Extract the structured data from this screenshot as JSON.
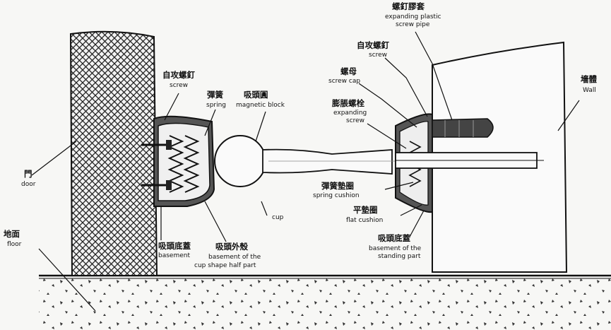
{
  "labels": {
    "expanding_plastic_zh": "螺釘膠套",
    "expanding_plastic_en1": "expanding plastic",
    "expanding_plastic_en2": "screw pipe",
    "screw_right_zh": "自攻螺釘",
    "screw_right_en": "screw",
    "screw_cap_zh": "螺母",
    "screw_cap_en": "screw cap",
    "wall_zh": "墻體",
    "wall_en": "Wall",
    "screw_left_zh": "自攻螺釘",
    "screw_left_en": "screw",
    "spring_zh": "彈簧",
    "spring_en": "spring",
    "magnetic_block_zh": "吸頭圓",
    "magnetic_block_en": "magnetic block",
    "expanding_screw_zh": "膨脹螺栓",
    "expanding_screw_en1": "expanding",
    "expanding_screw_en2": "screw",
    "door_zh": "門",
    "door_en": "door",
    "spring_cushion_zh": "彈簧墊圈",
    "spring_cushion_en": "spring cushion",
    "cup_en": "cup",
    "flat_cushion_zh": "平墊圈",
    "flat_cushion_en": "flat cushion",
    "floor_zh": "地面",
    "floor_en": "floor",
    "basement_zh": "吸頭底蓋",
    "basement_en": "basement",
    "cup_shape_zh": "吸頭外殼",
    "cup_shape_en1": "basement of the",
    "cup_shape_en2": "cup shape half part",
    "standing_zh": "吸頭底蓋",
    "standing_en1": "basement of the",
    "standing_en2": "standing part"
  }
}
